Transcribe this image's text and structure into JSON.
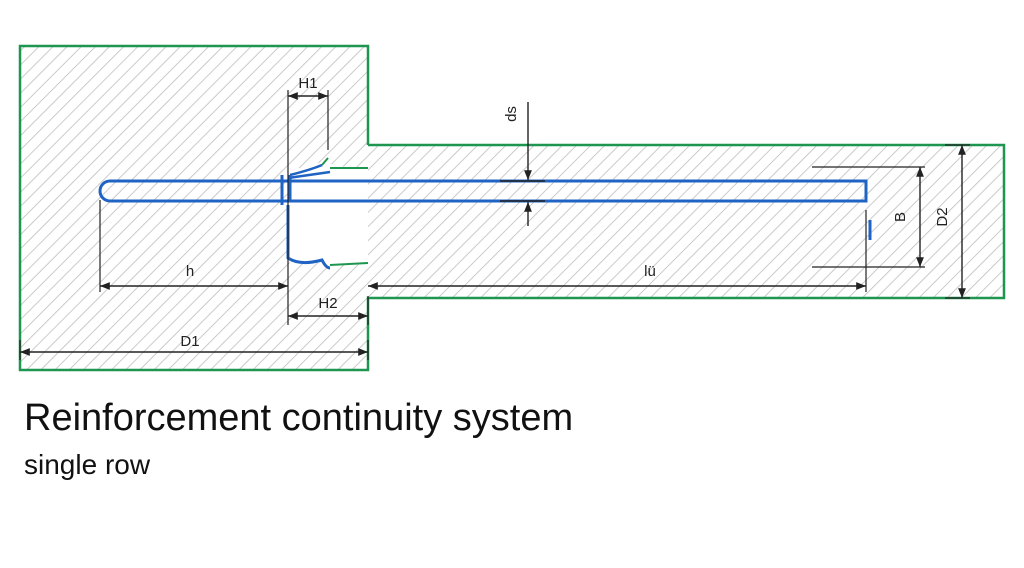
{
  "colors": {
    "outline": "#1e9650",
    "bar": "#1f63c4",
    "hatch": "#bdbdbd",
    "dimension": "#222222"
  },
  "diagram": {
    "labels": {
      "H1": "H1",
      "ds": "ds",
      "h": "h",
      "lu": "lü",
      "H2": "H2",
      "D1": "D1",
      "B": "B",
      "D2": "D2"
    }
  },
  "caption": {
    "title": "Reinforcement continuity system",
    "subtitle": "single row"
  }
}
